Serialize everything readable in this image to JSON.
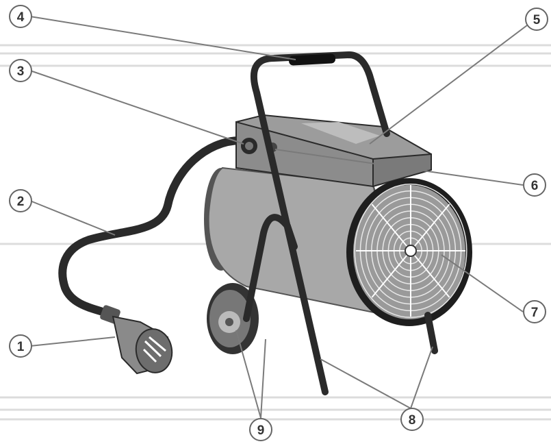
{
  "colors": {
    "background": "#ffffff",
    "guide_lines": "#dcdcdc",
    "callout_line": "#7a7a7a",
    "callout_circle_fill": "#ffffff",
    "callout_circle_stroke": "#666666",
    "body_fill": "#a8a8a8",
    "body_dark": "#555555",
    "frame": "#2a2a2a",
    "plug_fill": "#8a8a8a"
  },
  "callouts": [
    {
      "number": "1",
      "part": "plug"
    },
    {
      "number": "2",
      "part": "power-cable"
    },
    {
      "number": "3",
      "part": "thermostat-knob"
    },
    {
      "number": "4",
      "part": "handle-grip"
    },
    {
      "number": "5",
      "part": "heater-housing"
    },
    {
      "number": "6",
      "part": "switch"
    },
    {
      "number": "7",
      "part": "fan-guard"
    },
    {
      "number": "8",
      "part": "frame-legs"
    },
    {
      "number": "9",
      "part": "wheel"
    }
  ]
}
